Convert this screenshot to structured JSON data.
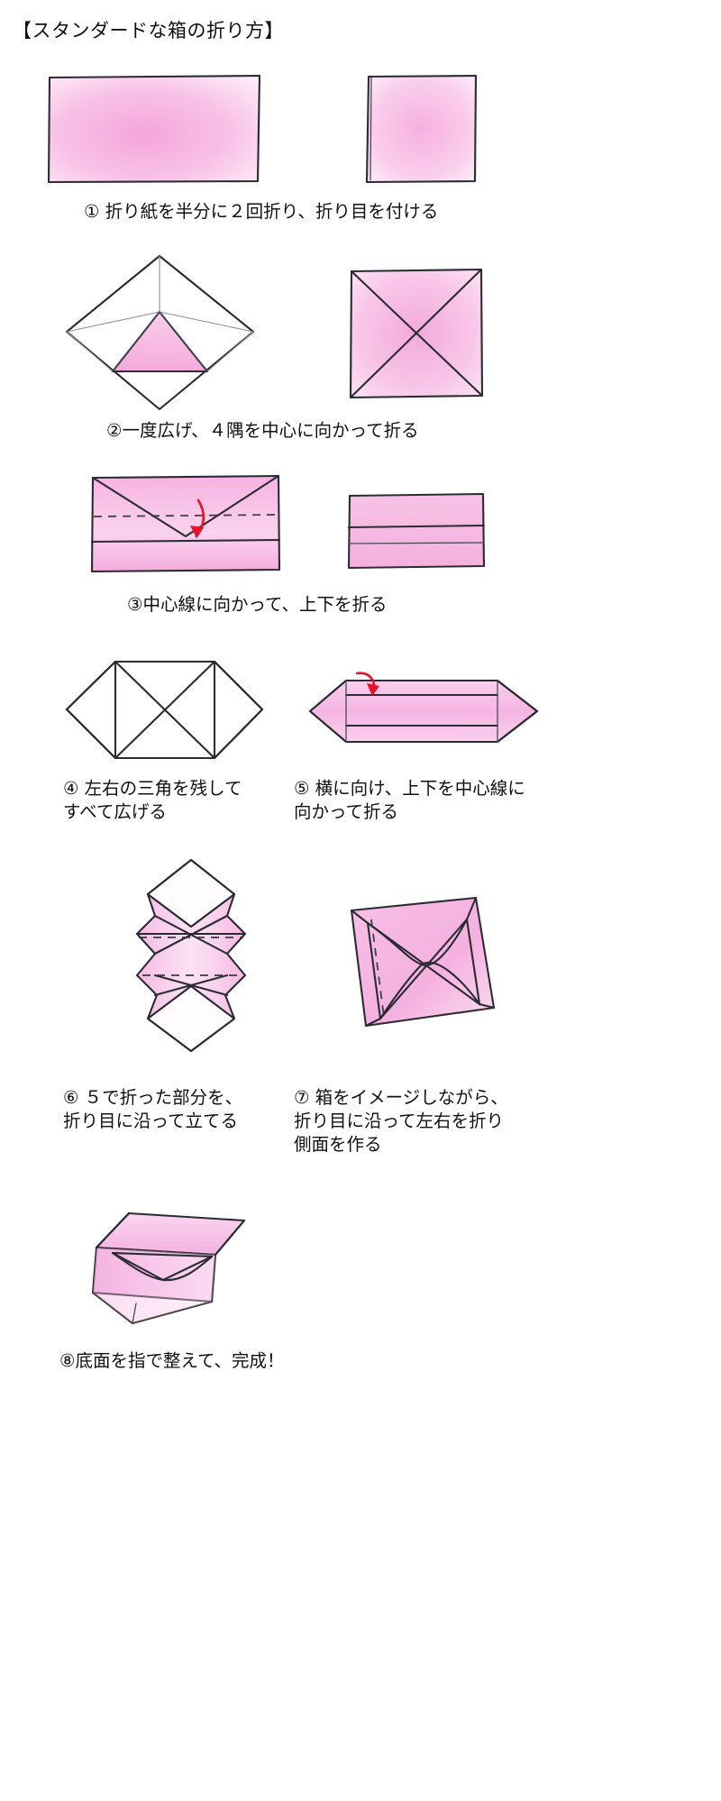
{
  "document": {
    "title": "【スタンダードな箱の折り方】",
    "language": "ja",
    "background_color": "#ffffff",
    "ink_color": "#2b2b33",
    "paper_color": "#f7b9e0",
    "arrow_color": "#e8102a"
  },
  "steps": [
    {
      "number": "①",
      "caption": "① 折り紙を半分に２回折り、折り目を付ける",
      "figures": [
        "rectangle-folded-half",
        "square-folded-quarter"
      ]
    },
    {
      "number": "②",
      "caption": "②一度広げ、４隅を中心に向かって折る",
      "figures": [
        "diamond-corners-folding",
        "square-with-x-creases"
      ]
    },
    {
      "number": "③",
      "caption": "③中心線に向かって、上下を折る",
      "figures": [
        "rect-top-flap-folding-with-arrow",
        "rect-folded-bands"
      ]
    },
    {
      "number": "④",
      "caption": "④ 左右の三角を残して\nすべて広げる",
      "figures": [
        "hexagon-with-x-creases"
      ]
    },
    {
      "number": "⑤",
      "caption": "⑤ 横に向け、上下を中心線に\n向かって折る",
      "figures": [
        "horizontal-band-with-arrow"
      ]
    },
    {
      "number": "⑥",
      "caption": "⑥ ５で折った部分を、\n折り目に沿って立てる",
      "figures": [
        "standing-sides-vertical"
      ]
    },
    {
      "number": "⑦",
      "caption": "⑦ 箱をイメージしながら、\n折り目に沿って左右を折り\n側面を作る",
      "figures": [
        "box-forming-perspective"
      ]
    },
    {
      "number": "⑧",
      "caption": "⑧底面を指で整えて、完成！",
      "figures": [
        "finished-open-box"
      ]
    }
  ]
}
